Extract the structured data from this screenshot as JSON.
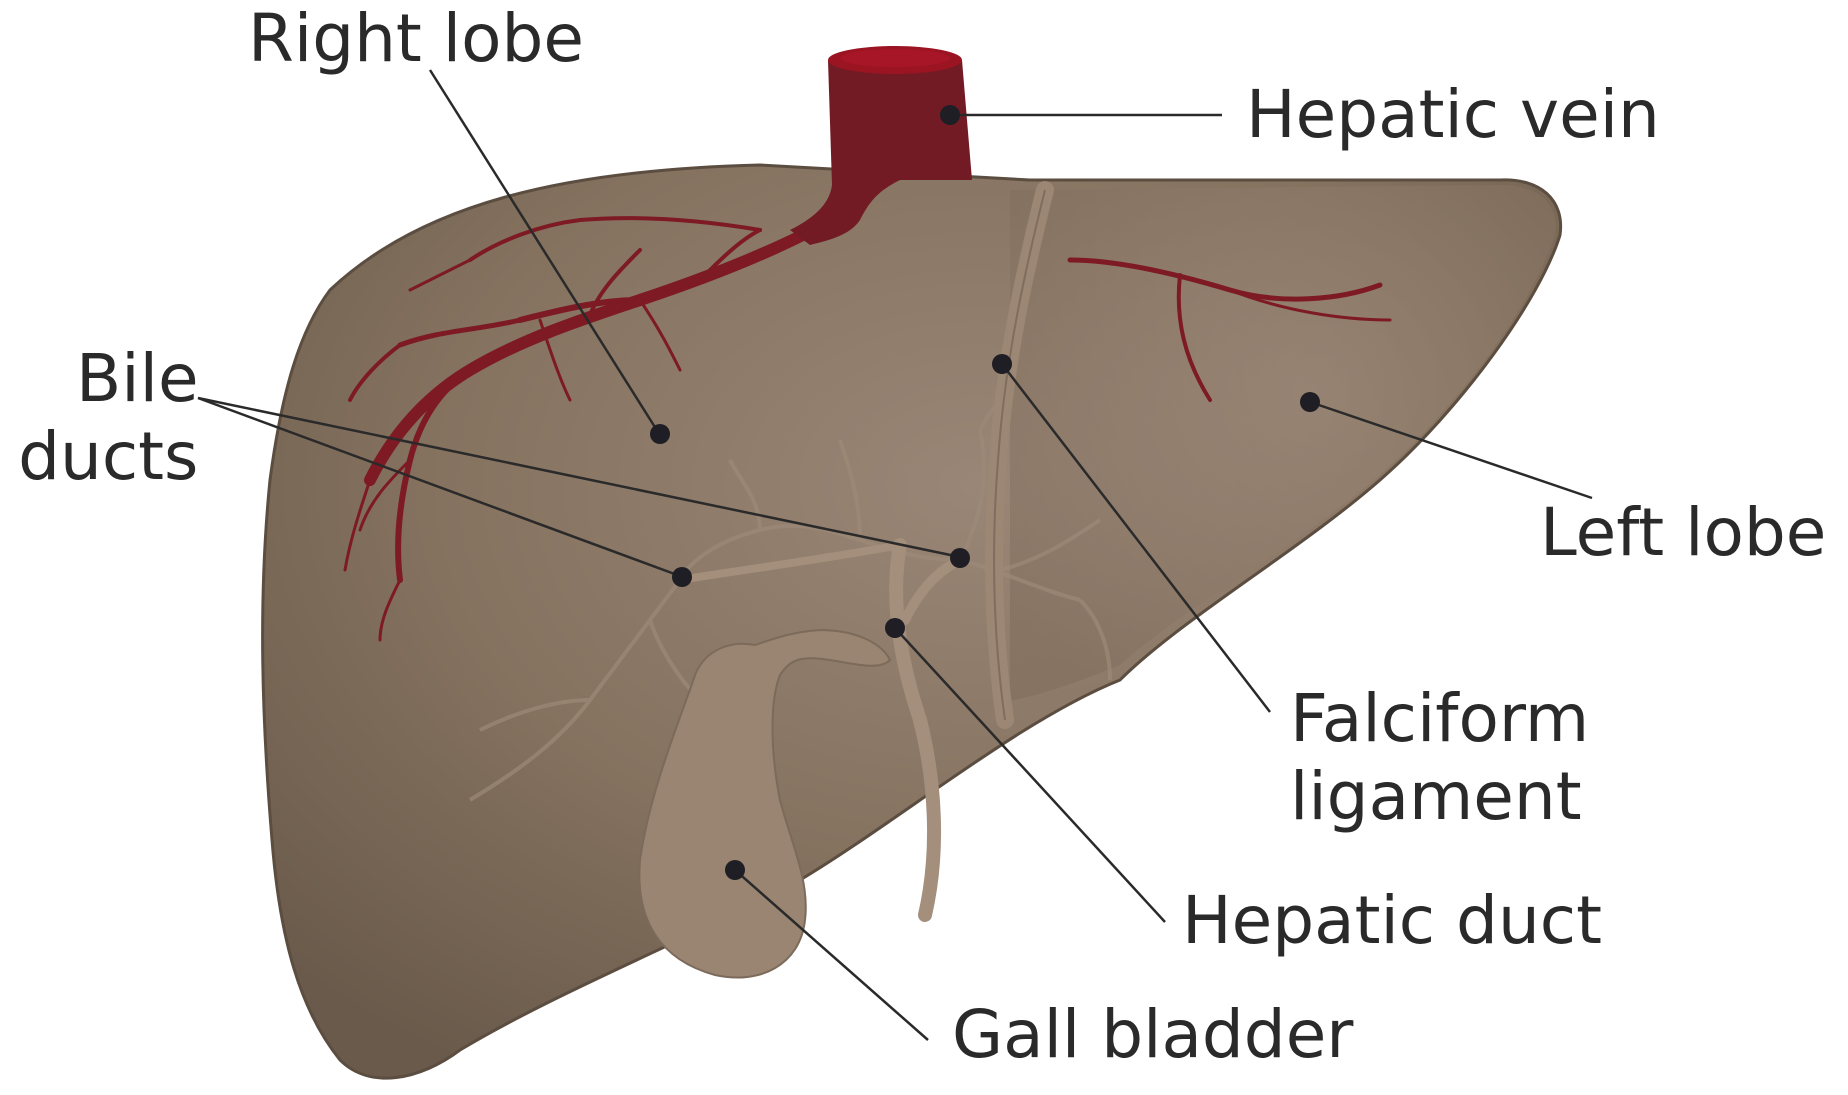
{
  "labels": {
    "right_lobe": "Right lobe",
    "hepatic_vein": "Hepatic vein",
    "bile_ducts_line1": "Bile",
    "bile_ducts_line2": "ducts",
    "left_lobe": "Left lobe",
    "falciform_line1": "Falciform",
    "falciform_line2": "ligament",
    "hepatic_duct": "Hepatic duct",
    "gall_bladder": "Gall bladder"
  },
  "colors": {
    "liver": "#8a7766",
    "liver_dark": "#6d5d4e",
    "liver_light": "#9c8978",
    "vessel": "#7a1c24",
    "vessel_top": "#9a1422",
    "duct": "#a48d7b",
    "leader": "#2a2a2a"
  }
}
